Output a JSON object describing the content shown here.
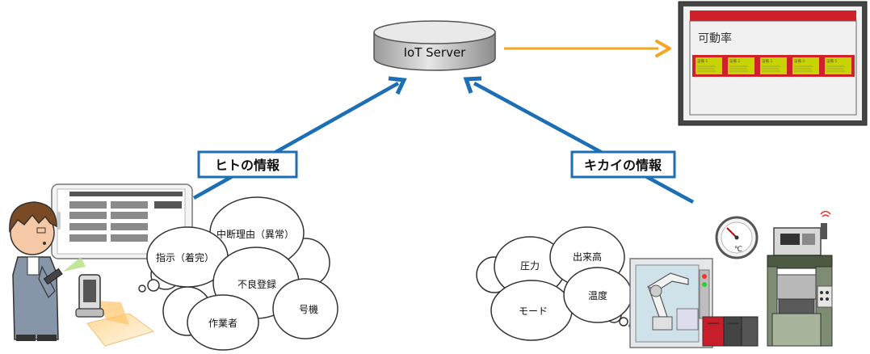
{
  "server": {
    "label": "IoT Server"
  },
  "human_info": {
    "label": "ヒトの情報"
  },
  "machine_info": {
    "label": "キカイの情報"
  },
  "dashboard": {
    "title": "可動率",
    "cards": [
      {
        "name": "設備 1"
      },
      {
        "name": "設備 2"
      },
      {
        "name": "設備 3"
      },
      {
        "name": "設備 4"
      },
      {
        "name": "設備 5"
      }
    ]
  },
  "human_bubbles": [
    {
      "text": "中断理由（異常）"
    },
    {
      "text": "指示（着完）"
    },
    {
      "text": "不良登録"
    },
    {
      "text": "号機"
    },
    {
      "text": "作業者"
    }
  ],
  "machine_bubbles": [
    {
      "text": "圧力"
    },
    {
      "text": "出来高"
    },
    {
      "text": "温度"
    },
    {
      "text": "モード"
    }
  ],
  "gauge": {
    "unit": "℃"
  },
  "colors": {
    "arrow_blue": "#1c6fb5",
    "arrow_orange": "#f5a623",
    "dashboard_red": "#d0202a",
    "card_yellow": "#c8d400"
  }
}
